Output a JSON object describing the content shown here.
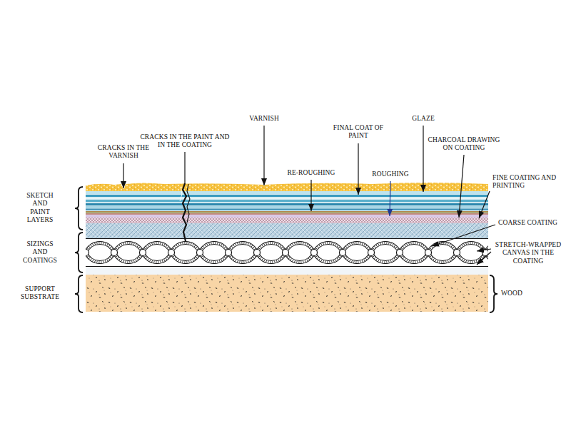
{
  "diagram": {
    "labels": [
      "CRACKS IN THE VARNISH",
      "CRACKS IN THE PAINT AND IN THE COATING",
      "VARNISH",
      "RE-ROUGHING",
      "FINAL COAT OF PAINT",
      "ROUGHING",
      "GLAZE",
      "CHARCOAL DRAWING ON COATING",
      "FINE COATING AND PRINTING",
      "COARSE COATING",
      "STRETCH-WRAPPED CANVAS IN THE COATING",
      "WOOD",
      "SKETCH AND PAINT LAYERS",
      "SIZINGS AND COATINGS",
      "SUPPORT SUBSTRATE"
    ]
  }
}
